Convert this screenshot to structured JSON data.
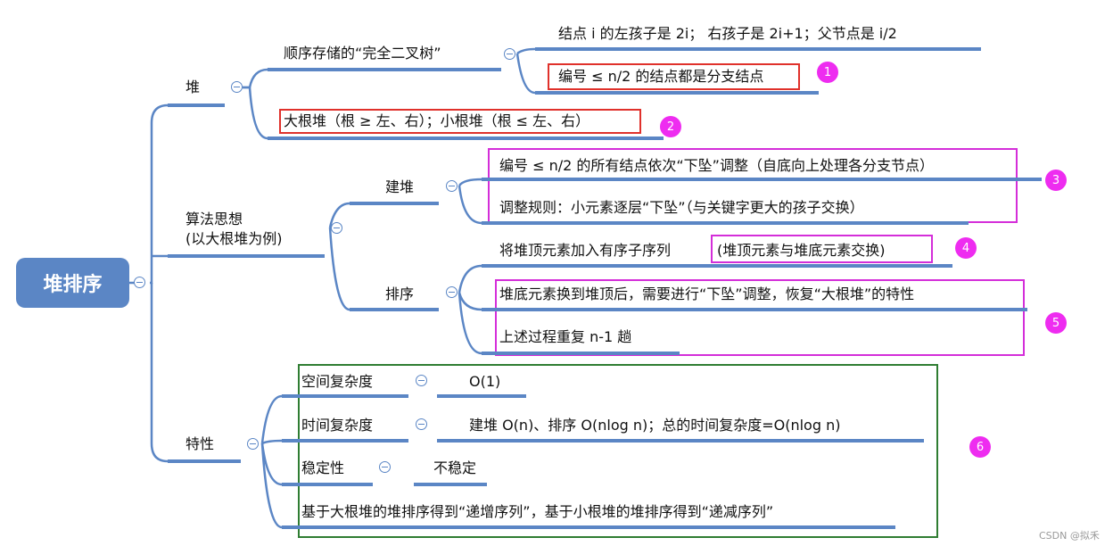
{
  "root": {
    "label": "堆排序"
  },
  "branches": {
    "heap": {
      "label": "堆",
      "seq_storage": "顺序存储的“完全二叉树”",
      "node_relation": "结点 i 的左孩子是 2i；  右孩子是 2i+1；父节点是 i/2",
      "branch_nodes": "编号 ≤ n/2 的结点都是分支结点",
      "max_min_heap": "大根堆（根 ≥ 左、右）；小根堆（根 ≤ 左、右）"
    },
    "algorithm": {
      "label_line1": "算法思想",
      "label_line2": "(以大根堆为例)",
      "build": {
        "label": "建堆",
        "step1": "编号 ≤ n/2 的所有结点依次“下坠”调整（自底向上处理各分支节点）",
        "step2": "调整规则：小元素逐层“下坠”（与关键字更大的孩子交换）"
      },
      "sort": {
        "label": "排序",
        "step1_a": "将堆顶元素加入有序子序列",
        "step1_b": "(堆顶元素与堆底元素交换)",
        "step2": "堆底元素换到堆顶后，需要进行“下坠”调整，恢复“大根堆”的特性",
        "step3": "上述过程重复 n-1 趟"
      }
    },
    "properties": {
      "label": "特性",
      "space_label": "空间复杂度",
      "space_value": "O(1)",
      "time_label": "时间复杂度",
      "time_value": "建堆 O(n)、排序 O(nlog n)；总的时间复杂度=O(nlog n)",
      "stability_label": "稳定性",
      "stability_value": "不稳定",
      "order_note": "基于大根堆的堆排序得到“递增序列”，基于小根堆的堆排序得到“递减序列”"
    }
  },
  "badges": [
    "1",
    "2",
    "3",
    "4",
    "5",
    "6"
  ],
  "watermark": "CSDN @拟禾",
  "colors": {
    "accent": "#5b86c5",
    "red_box": "#e0312b",
    "magenta": "#d42ed9",
    "green_box": "#2f7d32",
    "badge": "#ee2cf0"
  }
}
